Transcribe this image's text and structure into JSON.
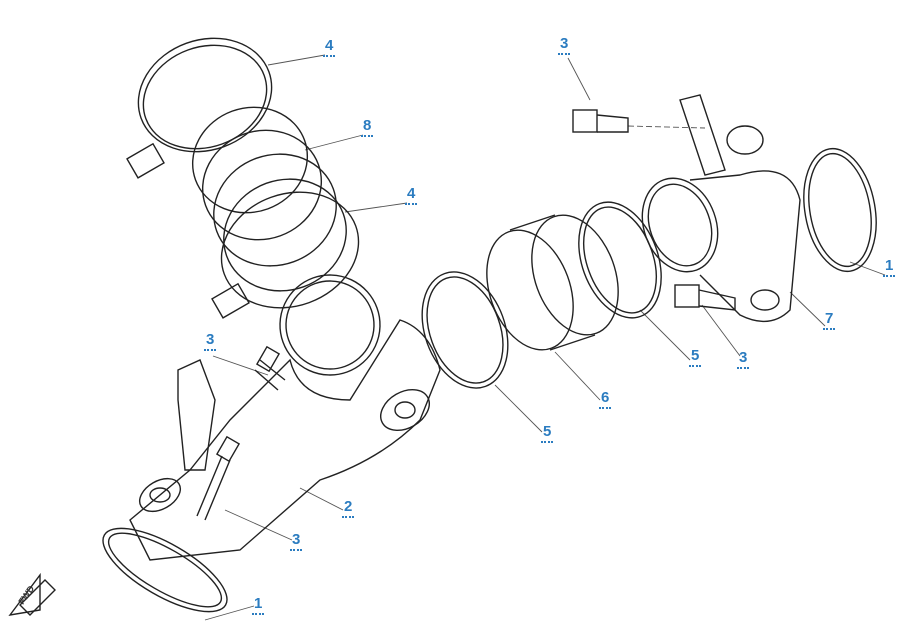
{
  "diagram": {
    "callouts": [
      "4",
      "8",
      "4",
      "3",
      "1",
      "7",
      "5",
      "3",
      "6",
      "5",
      "3",
      "2",
      "3",
      "1"
    ],
    "fwd_label": "FWD",
    "line_color": "#222222",
    "callout_color": "#2b7cc0"
  }
}
